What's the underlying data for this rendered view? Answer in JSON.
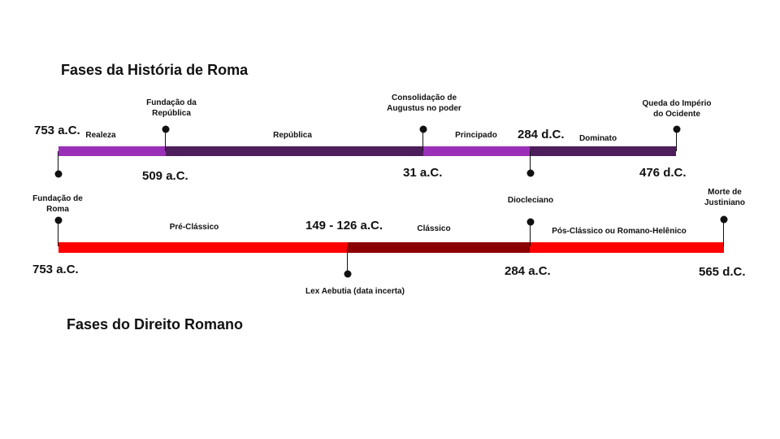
{
  "historia": {
    "title": "Fases da História de Roma",
    "phases": [
      "Realeza",
      "República",
      "Principado",
      "Dominato"
    ],
    "dates": [
      "753 a.C.",
      "509 a.C.",
      "31 a.C.",
      "284 d.C.",
      "476 d.C."
    ],
    "events": [
      "Fundação da\nRepública",
      "Consolidação de\nAugustus no poder",
      "Queda do Império\ndo Ocidente"
    ],
    "colors": {
      "light": "#9b30b8",
      "dark": "#4e1e5c"
    }
  },
  "direito": {
    "title": "Fases do Direito Romano",
    "phases": [
      "Pré-Clássico",
      "Clássico",
      "Pós-Clássico ou Romano-Helênico"
    ],
    "dates": [
      "753 a.C.",
      "149 - 126 a.C.",
      "284 a.C.",
      "565 d.C."
    ],
    "events": [
      "Fundação de\nRoma",
      "Lex Aebutia (data incerta)",
      "Diocleciano",
      "Morte de\nJustiniano"
    ],
    "colors": {
      "light": "#ff0000",
      "dark": "#8b0000"
    }
  }
}
